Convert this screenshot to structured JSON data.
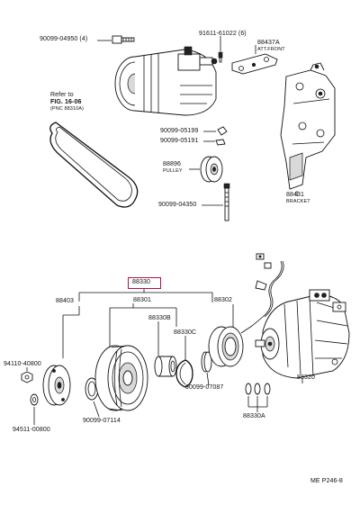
{
  "labels": {
    "p1": "90099-04950 (4)",
    "p2": "91611-61022 (6)",
    "p3": "88437A",
    "p3_sub": "ATT.FRONT",
    "ref1": "Refer to",
    "ref2": "FIG. 16-06",
    "ref3": "(PNC 88310A)",
    "p4": "90099-05199",
    "p5": "90099-05191",
    "p6": "88896",
    "p6_sub": "PULLEY",
    "p7": "90099-04350",
    "p8": "88431",
    "p8_sub": "BRACKET",
    "p9": "88330",
    "p10": "88403",
    "p11": "88301",
    "p12": "88302",
    "p13": "88330B",
    "p14": "88330C",
    "p15": "94110-40800",
    "p16": "90099-07087",
    "p17": "88320",
    "p18": "90099-07114",
    "p19": "88330A",
    "p20": "94511-00800",
    "footer": "ME  P246-8"
  }
}
